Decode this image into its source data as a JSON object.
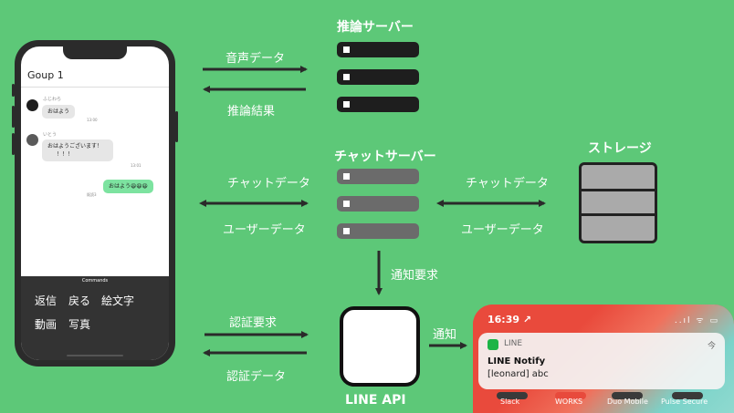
{
  "phone": {
    "group_title": "Goup 1",
    "messages": [
      {
        "user": "ふじわら",
        "text": "おはよう",
        "time": "13:00"
      },
      {
        "user": "いとう",
        "text_line1": "おはようございます！",
        "text_line2": "！！！",
        "time": "13:01"
      },
      {
        "text": "おはよう😆😆😆",
        "status": "既読3"
      }
    ],
    "commands": {
      "header": "Commands",
      "row1": [
        "返信",
        "戻る",
        "絵文字"
      ],
      "row2": [
        "動画",
        "写真"
      ]
    }
  },
  "inference_server": {
    "title": "推論サーバー"
  },
  "chat_server": {
    "title": "チャットサーバー"
  },
  "storage": {
    "title": "ストレージ"
  },
  "line_api": {
    "title": "LINE API"
  },
  "edges": {
    "voice_data": "音声データ",
    "inference_result": "推論結果",
    "chat_data_left": "チャットデータ",
    "user_data_left": "ユーザーデータ",
    "chat_data_right": "チャットデータ",
    "user_data_right": "ユーザーデータ",
    "notify_request": "通知要求",
    "auth_request": "認証要求",
    "auth_data": "認証データ",
    "notify": "通知"
  },
  "notification": {
    "clock": "16:39 ↗",
    "status_icons": "..ıl ᯤ ▭",
    "app_name": "LINE",
    "when": "今",
    "title": "LINE Notify",
    "body": "[leonard] abc",
    "dock": [
      "Slack",
      "WORKS",
      "Duo Mobile",
      "Pulse Secure"
    ]
  },
  "colors": {
    "background": "#5dc878",
    "inference_bar": "#1e1e1e",
    "chat_bar": "#6b6b6b",
    "storage_fill": "#aaaaaa",
    "arrow": "#2a2a2a"
  }
}
